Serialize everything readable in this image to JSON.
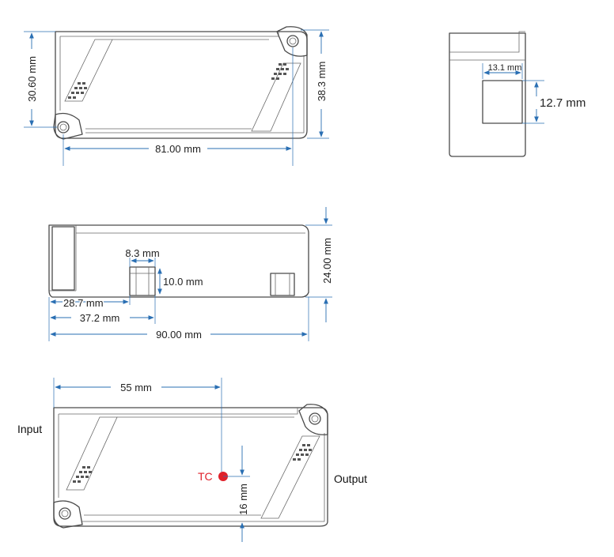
{
  "colors": {
    "outline": "#4a4a4a",
    "dimension": "#2a6fb3",
    "tc_point": "#e0202a",
    "text": "#222222"
  },
  "top_view": {
    "width_label": "81.00 mm",
    "left_height_label": "30.60 mm",
    "right_height_label": "38.3 mm"
  },
  "end_view": {
    "width_label": "13.1 mm",
    "height_label": "12.7 mm"
  },
  "side_view": {
    "slot_width_label": "8.3 mm",
    "slot_height_label": "10.0 mm",
    "offset_1_label": "28.7 mm",
    "offset_2_label": "37.2 mm",
    "length_label": "90.00 mm",
    "height_label": "24.00 mm"
  },
  "tc_view": {
    "horizontal_label": "55 mm",
    "vertical_label": "16 mm",
    "tc_label": "TC",
    "input_label": "Input",
    "output_label": "Output"
  }
}
